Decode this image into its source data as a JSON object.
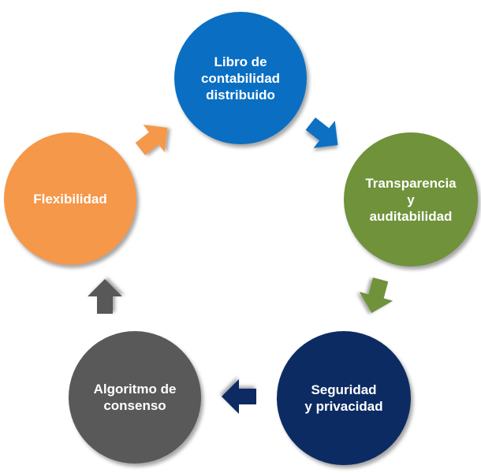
{
  "nodes": [
    {
      "label": "Libro de\ncontabilidad\ndistribuido",
      "color": "#0a6fc2"
    },
    {
      "label": "Transparencia\ny\nauditabilidad",
      "color": "#6f923a"
    },
    {
      "label": "Seguridad\ny privacidad",
      "color": "#0c2b63"
    },
    {
      "label": "Algoritmo de\nconsenso",
      "color": "#595959"
    },
    {
      "label": "Flexibilidad",
      "color": "#f5984a"
    }
  ],
  "arrows": [
    {
      "from": "libro-de-contabilidad-distribuido",
      "to": "transparencia-y-auditabilidad",
      "color": "#0a6fc2"
    },
    {
      "from": "transparencia-y-auditabilidad",
      "to": "seguridad-y-privacidad",
      "color": "#6f923a"
    },
    {
      "from": "seguridad-y-privacidad",
      "to": "algoritmo-de-consenso",
      "color": "#0c2b63"
    },
    {
      "from": "algoritmo-de-consenso",
      "to": "flexibilidad",
      "color": "#595959"
    },
    {
      "from": "flexibilidad",
      "to": "libro-de-contabilidad-distribuido",
      "color": "#f5984a"
    }
  ]
}
